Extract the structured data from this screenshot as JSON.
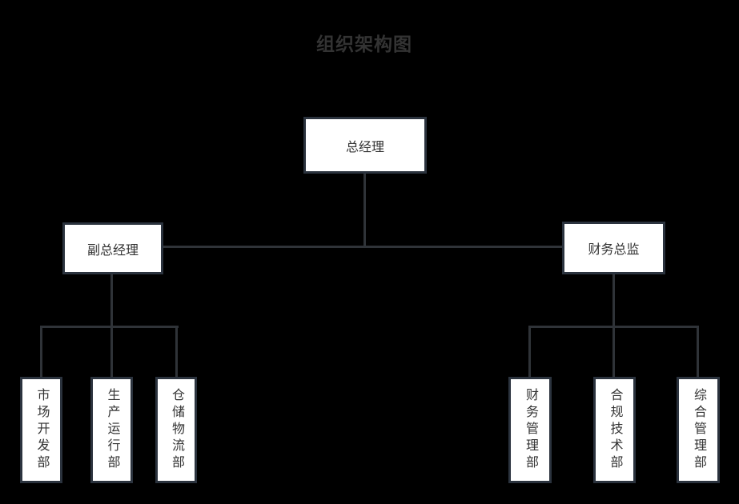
{
  "title": "组织架构图",
  "colors": {
    "background": "#000000",
    "node_fill": "#ffffff",
    "node_border": "#2b333e",
    "connector_line": "#2f3338",
    "text": "#333333"
  },
  "nodes": {
    "ceo": {
      "label": "总经理"
    },
    "deputy": {
      "label": "副总经理"
    },
    "cfo": {
      "label": "财务总监"
    },
    "left_departments": [
      {
        "label": "市场开发部"
      },
      {
        "label": "生产运行部"
      },
      {
        "label": "仓储物流部"
      }
    ],
    "right_departments": [
      {
        "label": "财务管理部"
      },
      {
        "label": "合规技术部"
      },
      {
        "label": "综合管理部"
      }
    ]
  }
}
